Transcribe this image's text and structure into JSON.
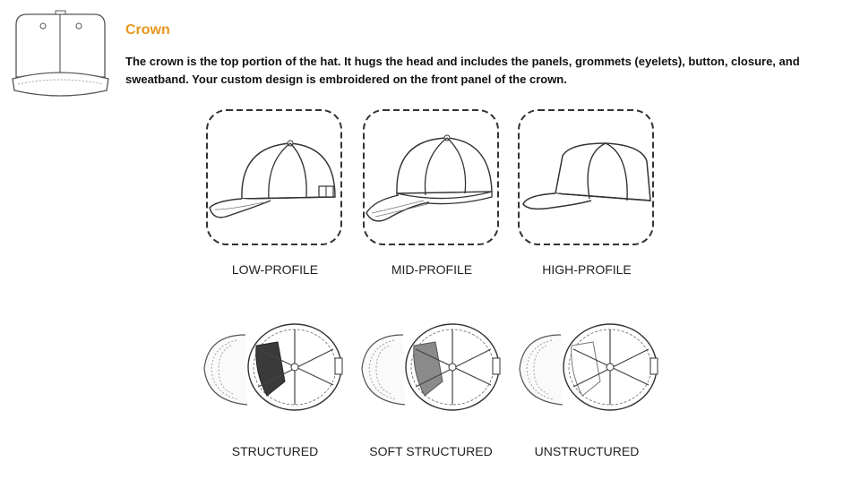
{
  "section": {
    "title": "Crown",
    "description": "The crown is the top portion of the hat. It hugs the head and includes the panels, grommets (eyelets), button, closure, and sweatband. Your custom design is embroidered on the front panel of the crown."
  },
  "profiles": [
    {
      "label": "LOW-PROFILE"
    },
    {
      "label": "MID-PROFILE"
    },
    {
      "label": "HIGH-PROFILE"
    }
  ],
  "structures": [
    {
      "label": "STRUCTURED"
    },
    {
      "label": "SOFT STRUCTURED"
    },
    {
      "label": "UNSTRUCTURED"
    }
  ],
  "colors": {
    "accent": "#e8961e",
    "structured_fill": "#3a3a3a",
    "soft_structured_fill": "#8a8a8a"
  }
}
